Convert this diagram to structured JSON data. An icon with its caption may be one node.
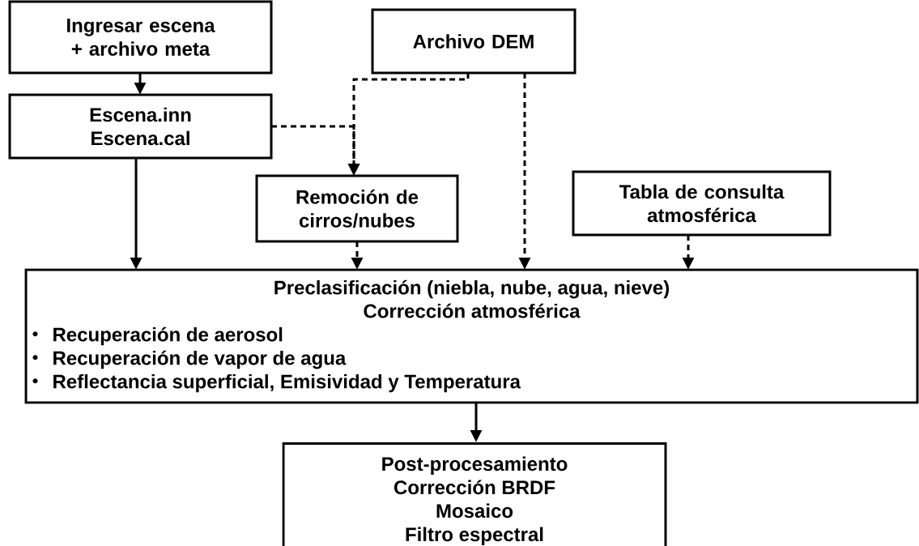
{
  "diagram": {
    "nodes": [
      {
        "text": [
          "Ingresar escena + archivo meta"
        ]
      },
      {
        "text": [
          "Archivo DEM"
        ]
      },
      {
        "text": [
          "Escena.inn Escena.cal"
        ]
      },
      {
        "text": [
          "Remoción de cirros/nubes"
        ]
      },
      {
        "text": [
          "Tabla de consulta atmosférica"
        ]
      },
      {
        "text": [
          "Preclasificación  (niebla, nube, agua, nieve)",
          "Corrección atmosférica",
          "Recuperación de aerosol",
          "Recuperación de vapor de agua",
          "Reflectancia superficial, Emisividad y Temperatura"
        ]
      },
      {
        "text": [
          "Post-procesamiento",
          "Corrección BRDF",
          "Mosaico",
          "Filtro espectral"
        ]
      }
    ],
    "edges": [
      {
        "from": 0,
        "to": 2,
        "arrow": "to"
      },
      {
        "from": 2,
        "to": 5,
        "arrow": "to"
      },
      {
        "from": 2,
        "to": 3,
        "arrow": "to",
        "style": "dashed"
      },
      {
        "from": 1,
        "to": 3,
        "arrow": "to",
        "style": "dashed"
      },
      {
        "from": 3,
        "to": 5,
        "arrow": "to",
        "style": "dashed"
      },
      {
        "from": 1,
        "to": 5,
        "arrow": "to",
        "style": "dashed"
      },
      {
        "from": 4,
        "to": 5,
        "arrow": "to",
        "style": "dashed"
      },
      {
        "from": 5,
        "to": 6,
        "arrow": "to"
      }
    ]
  }
}
